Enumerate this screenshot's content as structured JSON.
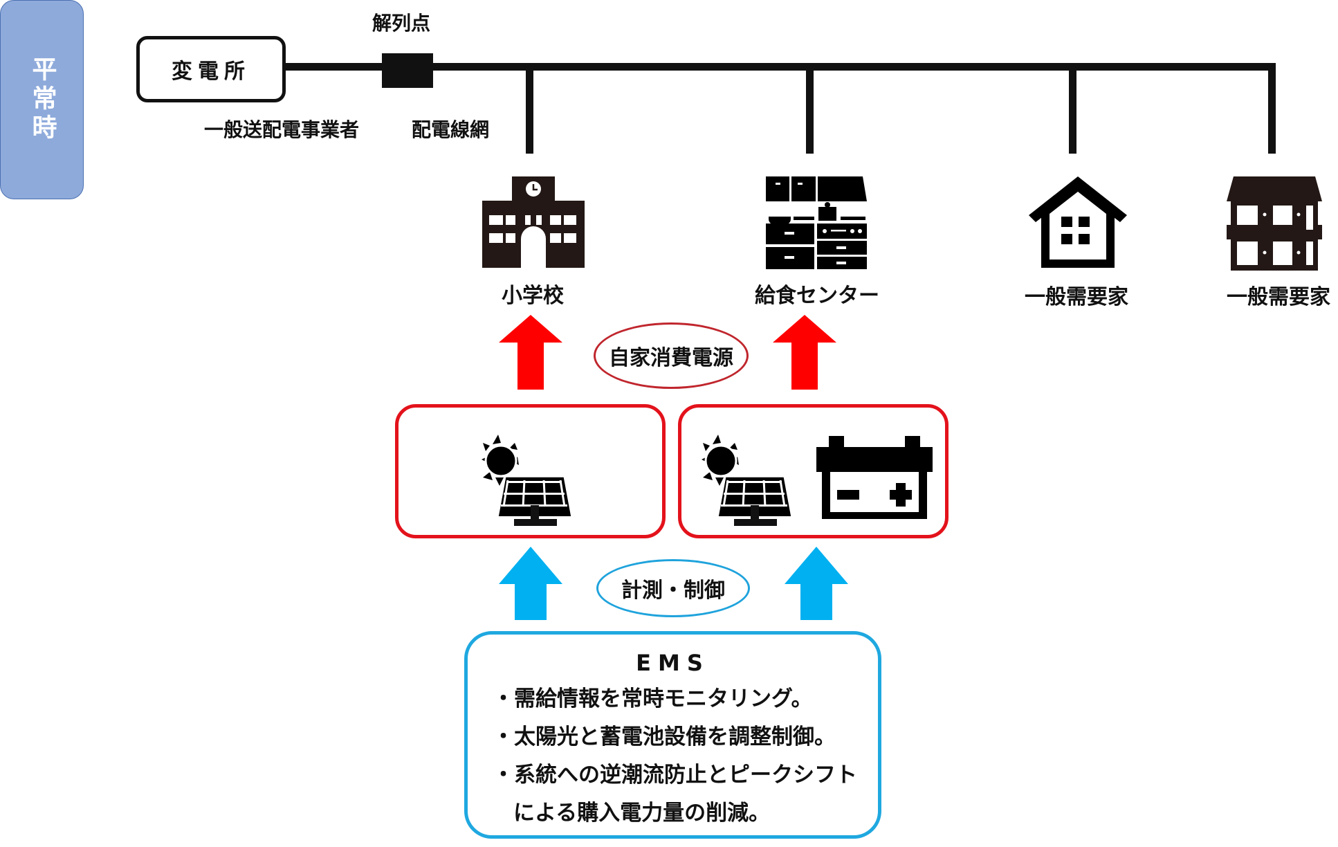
{
  "mode_tab": {
    "label": "平常時",
    "color": "#8eaadb"
  },
  "grid": {
    "substation_label": "変電所",
    "disconnect_point_label": "解列点",
    "operator_label": "一般送配電事業者",
    "network_label": "配電線網"
  },
  "facilities": [
    {
      "name": "小学校",
      "icon": "school-icon"
    },
    {
      "name": "給食センター",
      "icon": "kitchen-icon"
    },
    {
      "name": "一般需要家",
      "icon": "house-icon"
    },
    {
      "name": "一般需要家",
      "icon": "apartment-icon"
    }
  ],
  "supply": {
    "label": "自家消費電源",
    "arrow_color": "#ff0000",
    "boxes": [
      {
        "items": [
          "solar-panel-icon"
        ]
      },
      {
        "items": [
          "solar-panel-icon",
          "battery-icon"
        ]
      }
    ]
  },
  "control": {
    "label": "計測・制御",
    "arrow_color": "#00b0f0"
  },
  "ems": {
    "title": "EMS",
    "lines": [
      "・需給情報を常時モニタリング。",
      "・太陽光と蓄電池設備を調整制御。",
      "・系統への逆潮流防止とピークシフト",
      "による購入電力量の削減。"
    ]
  }
}
